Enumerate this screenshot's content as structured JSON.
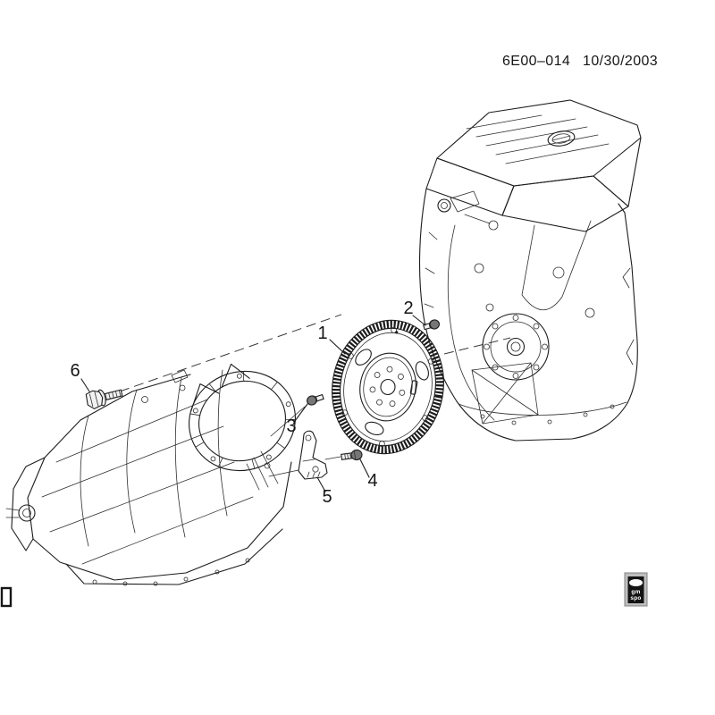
{
  "header": {
    "drawing_code": "6E00–014",
    "date": "10/30/2003"
  },
  "diagram": {
    "callouts": [
      {
        "label": "1"
      },
      {
        "label": "2"
      },
      {
        "label": "3"
      },
      {
        "label": "4"
      },
      {
        "label": "5"
      },
      {
        "label": "6"
      }
    ]
  },
  "footer": {
    "badge": {
      "line1": "gm",
      "line2": "spo"
    }
  },
  "colors": {
    "ink": "#1d1d1d",
    "background": "#ffffff"
  }
}
